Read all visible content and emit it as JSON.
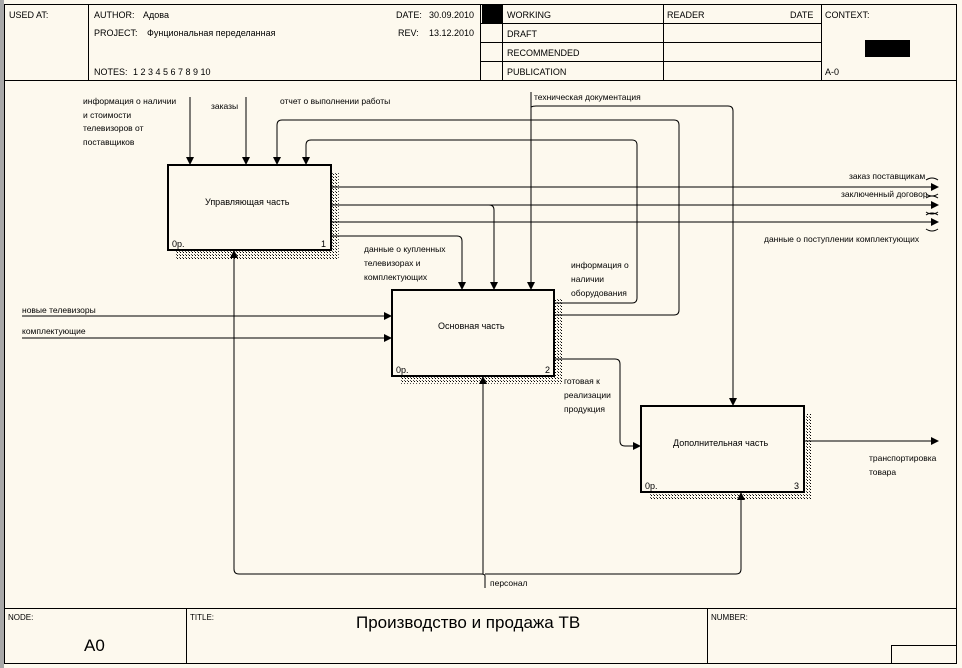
{
  "header": {
    "used_at_label": "USED AT:",
    "author_label": "AUTHOR:",
    "author": "Адова",
    "project_label": "PROJECT:",
    "project": "Фунциональная переделанная",
    "notes_label": "NOTES:",
    "notes": "1  2  3  4  5  6  7  8  9  10",
    "date_label": "DATE:",
    "date": "30.09.2010",
    "rev_label": "REV:",
    "rev": "13.12.2010",
    "status": [
      "WORKING",
      "DRAFT",
      "RECOMMENDED",
      "PUBLICATION"
    ],
    "status_selected": "WORKING",
    "reader_label": "READER",
    "reader_date_label": "DATE",
    "context_label": "CONTEXT:",
    "context_node": "A-0"
  },
  "footer": {
    "node_label": "NODE:",
    "node": "A0",
    "title_label": "TITLE:",
    "title": "Производство и продажа ТВ",
    "number_label": "NUMBER:"
  },
  "boxes": [
    {
      "name": "Управляющая часть",
      "cost": "0р.",
      "number": "1"
    },
    {
      "name": "Основная часть",
      "cost": "0р.",
      "number": "2"
    },
    {
      "name": "Дополнительная часть",
      "cost": "0р.",
      "number": "3"
    }
  ],
  "arrows": {
    "info_suppliers": [
      "информация о наличии",
      "и стоимости",
      "телевизоров от",
      "поставщиков"
    ],
    "orders": "заказы",
    "work_report": "отчет о выполнении работы",
    "tech_docs": "техническая документация",
    "order_suppliers": "заказ поставщикам",
    "contract": "заключенный договор",
    "components_data": "данные о поступлении комплектующих",
    "bought_data": [
      "данные о купленных",
      "телевизорах и",
      "комплектующих"
    ],
    "equipment_info": [
      "информация о",
      "наличии",
      "оборудования"
    ],
    "new_tvs": "новые телевизоры",
    "components": "комплектующие",
    "ready_product": [
      "готовая к",
      "реализации",
      "продукция"
    ],
    "transport": [
      "транспортировка",
      "товара"
    ],
    "personnel": "персонал"
  }
}
